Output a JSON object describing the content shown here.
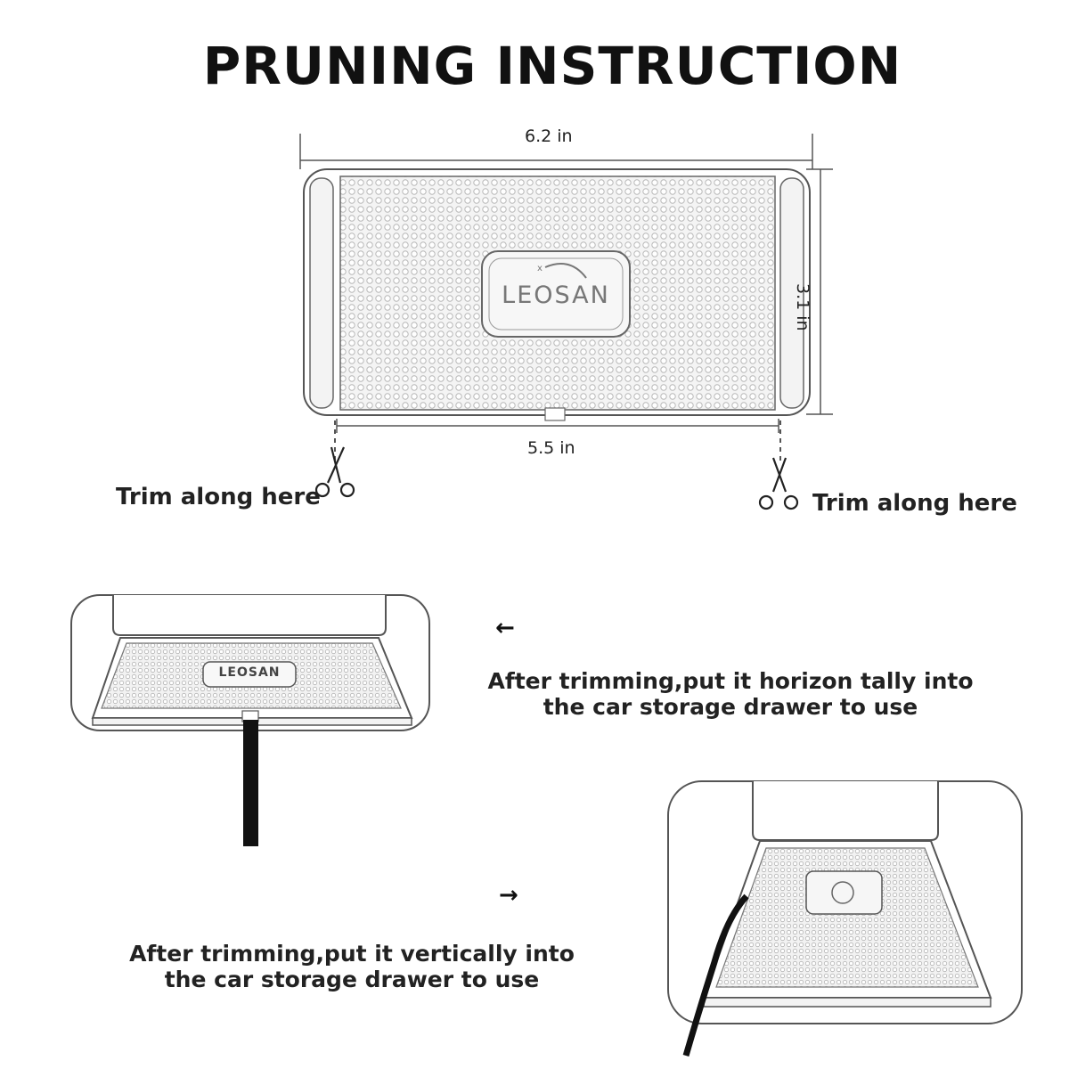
{
  "title": "PRUNING INSTRUCTION",
  "dimensions": {
    "outer_width": "6.2 in",
    "height": "3.1 in",
    "inner_width": "5.5 in"
  },
  "brand": "LEOSAN",
  "trim": {
    "left_label": "Trim along here",
    "right_label": "Trim along here"
  },
  "steps": [
    {
      "arrow": "←",
      "line1": "After trimming,put it horizon tally into",
      "line2": "the car storage drawer to use"
    },
    {
      "arrow": "→",
      "line1": "After trimming,put it vertically into",
      "line2": "the car storage drawer to use"
    }
  ],
  "colors": {
    "line": "#555555",
    "mat": "#f2f2f2",
    "dots": "#bcbcbc",
    "cable": "#111111"
  },
  "icons": [
    "scissors-icon",
    "arrow-left-icon",
    "arrow-right-icon"
  ]
}
